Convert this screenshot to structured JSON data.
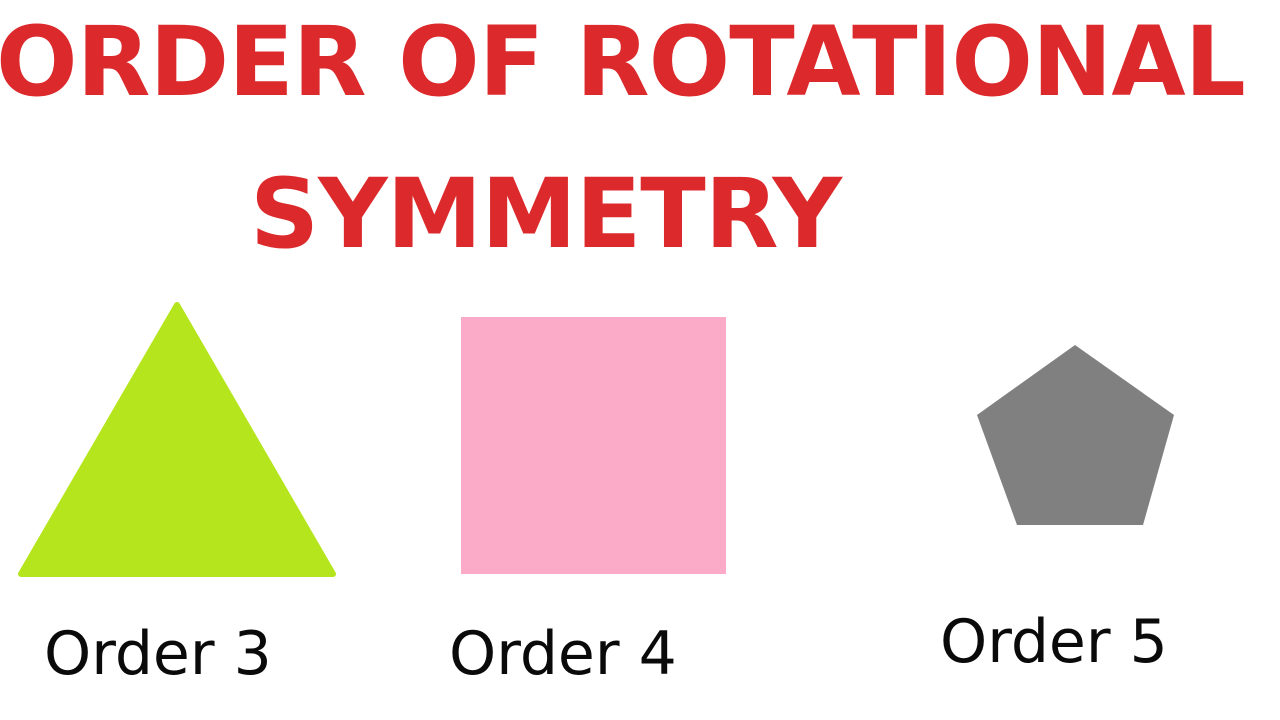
{
  "title": {
    "line1": "ORDER OF ROTATIONAL",
    "line2": "SYMMETRY",
    "color": "#dc2a2c"
  },
  "shapes": [
    {
      "name": "triangle",
      "label": "Order 3",
      "color": "#b5e51d"
    },
    {
      "name": "square",
      "label": "Order 4",
      "color": "#fbaac8"
    },
    {
      "name": "pentagon",
      "label": "Order 5",
      "color": "#808080"
    }
  ]
}
